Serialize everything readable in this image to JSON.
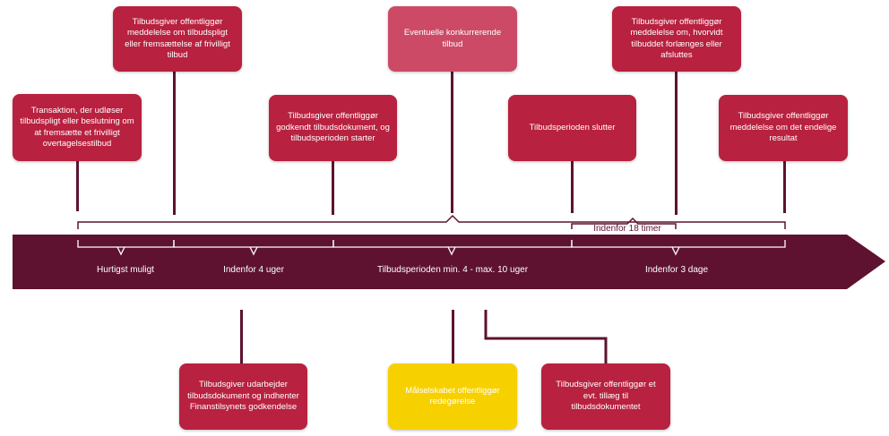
{
  "top_boxes": {
    "transaction": "Transaktion, der udløser tilbudspligt eller beslutning om at fremsætte et frivilligt overtagelsestilbud",
    "announcement": "Tilbudsgiver offentliggør meddelelse om tilbudspligt eller fremsættelse af frivilligt tilbud",
    "publish_document": "Tilbudsgiver offentliggør godkendt tilbudsdokument, og tilbudsperioden starter",
    "competing_offers": "Eventuelle konkurrerende tilbud",
    "period_ends": "Tilbudsperioden slutter",
    "extend_or_close": "Tilbudsgiver offentliggør meddelelse om, hvorvidt tilbuddet forlænges eller afsluttes",
    "final_result": "Tilbudsgiver offentliggør meddelelse om det endelige resultat"
  },
  "timeline": {
    "segments": [
      "Hurtigst muligt",
      "Indenfor 4 uger",
      "Tilbudsperioden min. 4 - max. 10 uger",
      "Indenfor 3 dage"
    ],
    "brace_label": "Indenfor 18 timer"
  },
  "bottom_boxes": {
    "prepare_document": "Tilbudsgiver udarbejder tilbudsdokument og indhenter Finanstilsynets godkendelse",
    "target_statement": "Målselskabet offentliggør redegørelse",
    "supplement": "Tilbudsgiver offentliggør et evt. tillæg til tilbudsdokumentet"
  },
  "colors": {
    "box": "#b8213f",
    "box_light": "#cc4a66",
    "box_yellow": "#f7d000",
    "arrow": "#5e1230"
  }
}
